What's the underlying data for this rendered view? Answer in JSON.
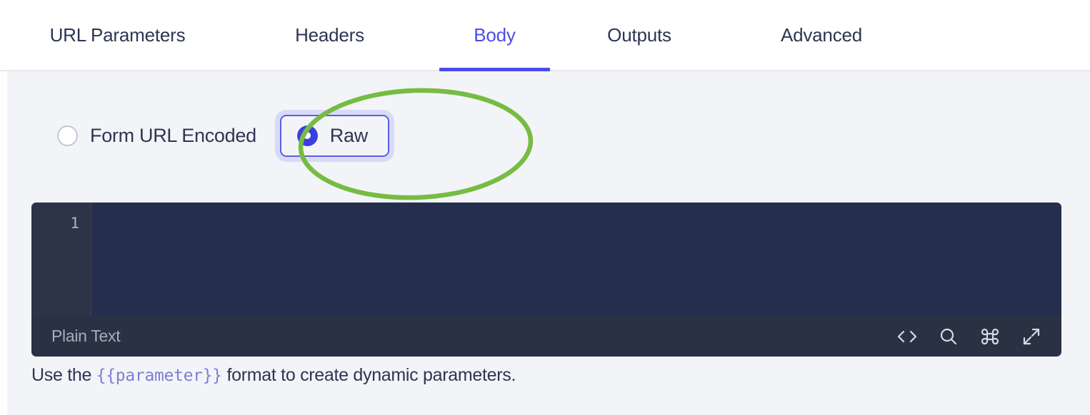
{
  "tabs": [
    {
      "label": "URL Parameters",
      "active": false,
      "name": "tab-url-parameters"
    },
    {
      "label": "Headers",
      "active": false,
      "name": "tab-headers"
    },
    {
      "label": "Body",
      "active": true,
      "name": "tab-body"
    },
    {
      "label": "Outputs",
      "active": false,
      "name": "tab-outputs"
    },
    {
      "label": "Advanced",
      "active": false,
      "name": "tab-advanced"
    }
  ],
  "body_panel": {
    "radio_group": {
      "name": "body-type",
      "options": [
        {
          "label": "Form URL Encoded",
          "selected": false,
          "focused": false
        },
        {
          "label": "Raw",
          "selected": true,
          "focused": true
        }
      ]
    },
    "editor": {
      "line_numbers": [
        "1"
      ],
      "content": "",
      "status_mode": "Plain Text",
      "status_icons": [
        "code-brackets-icon",
        "search-icon",
        "command-key-icon",
        "expand-fullscreen-icon"
      ]
    },
    "hint": {
      "prefix": "Use the ",
      "token": "{{parameter}}",
      "suffix": " format to create dynamic parameters."
    }
  },
  "annotation": {
    "shape": "ellipse",
    "target": "Raw",
    "color": "#76bc43"
  },
  "colors": {
    "accent": "#4a4ee8",
    "radio_selected": "#3b3fe0",
    "focus_ring": "#d9daf8",
    "text": "#2e3552",
    "panel_bg": "#f3f4f7",
    "editor_bg": "#252e4d",
    "gutter_bg": "#2d3448",
    "status_bg": "#2a3142",
    "annotation_green": "#76bc43"
  }
}
